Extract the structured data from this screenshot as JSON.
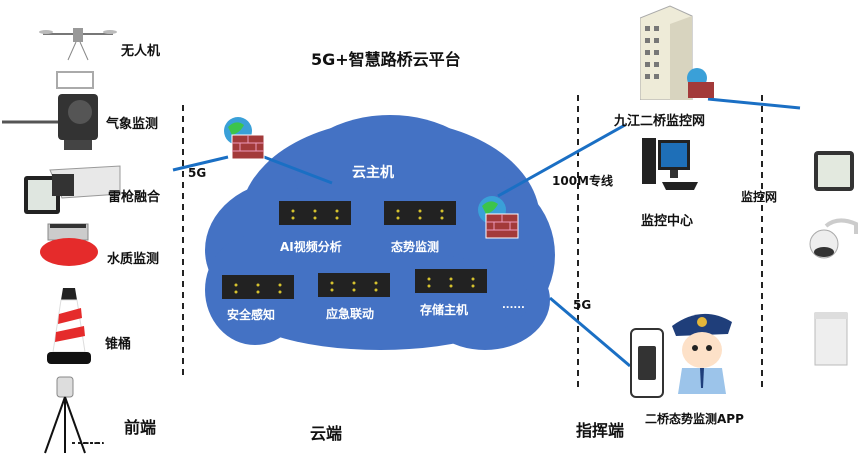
{
  "title": "5G+智慧路桥云平台",
  "colors": {
    "cloud": "#4472c4",
    "link": "#1a6fc4",
    "firewall": "#a33a3a",
    "globe": "#3aa0d8"
  },
  "front_end": {
    "section_label": "前端",
    "devices": [
      {
        "label": "无人机",
        "icon": "drone-icon"
      },
      {
        "label": "气象监测",
        "icon": "weather-station-icon"
      },
      {
        "label": "雷枪融合",
        "icon": "radar-camera-icon"
      },
      {
        "label": "水质监测",
        "icon": "water-quality-buoy-icon"
      },
      {
        "label": "锥桶",
        "icon": "traffic-cone-icon"
      }
    ],
    "more": "......",
    "link_label": "5G"
  },
  "cloud": {
    "section_label": "云端",
    "header": "云主机",
    "servers": [
      {
        "label": "AI视频分析"
      },
      {
        "label": "态势监测"
      },
      {
        "label": "安全感知"
      },
      {
        "label": "应急联动"
      },
      {
        "label": "存储主机"
      }
    ],
    "more": "......"
  },
  "command": {
    "section_label": "指挥端",
    "link_dedicated": "100M专线",
    "link_5g": "5G",
    "network_label": "九江二桥监控网",
    "monitor_center": "监控中心",
    "app_label": "二桥态势监测APP"
  },
  "monitor_net": {
    "label": "监控网",
    "devices": [
      {
        "icon": "floodlight-icon"
      },
      {
        "icon": "dome-camera-icon"
      },
      {
        "icon": "equipment-cabinet-icon"
      }
    ]
  }
}
